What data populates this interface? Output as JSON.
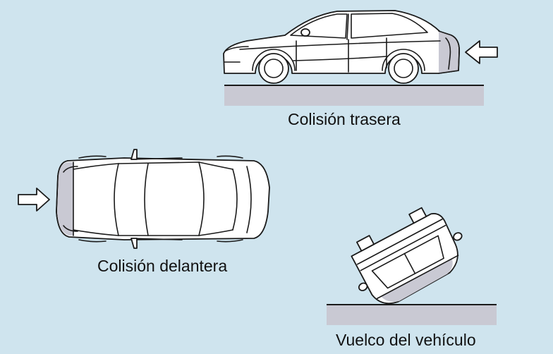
{
  "scenarios": {
    "rear": {
      "caption": "Colisión trasera"
    },
    "front": {
      "caption": "Colisión delantera"
    },
    "rollover": {
      "caption": "Vuelco del vehículo"
    }
  },
  "colors": {
    "background": "#cfe4ee",
    "ground": "#c9c9d3",
    "impact_zone": "#c9c9d3",
    "outline": "#1a1a1a",
    "car_body": "#ffffff"
  }
}
